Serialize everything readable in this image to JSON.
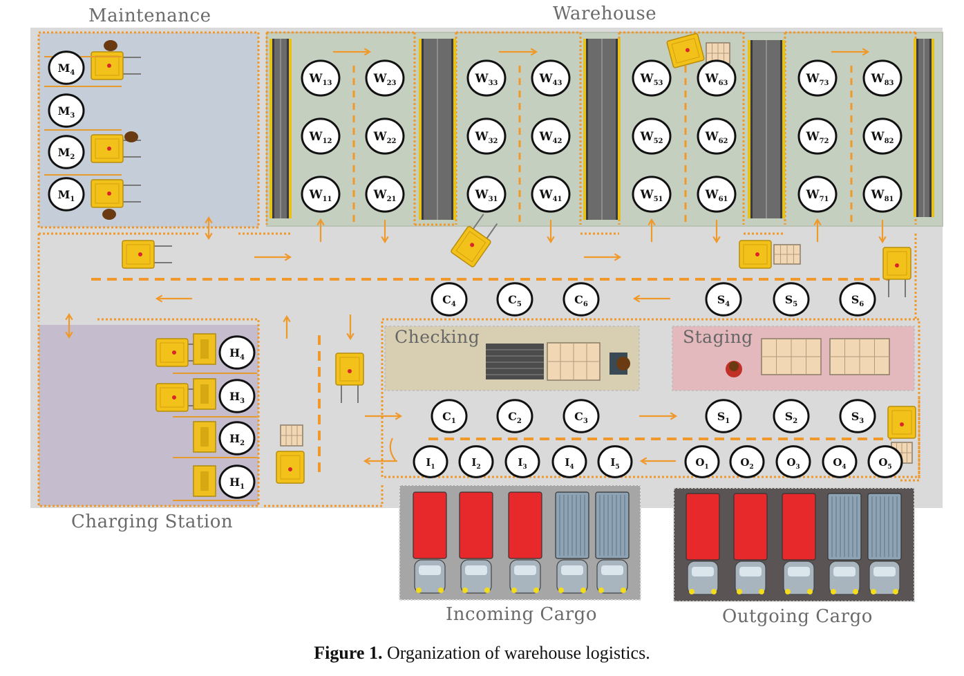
{
  "labels": {
    "maintenance": "Maintenance",
    "warehouse": "Warehouse",
    "charging": "Charging Station",
    "checking": "Checking",
    "staging": "Staging",
    "incoming": "Incoming Cargo",
    "outgoing": "Outgoing Cargo"
  },
  "caption": {
    "figure": "Figure 1.",
    "text": " Organization of warehouse logistics."
  },
  "nodes": {
    "maintenance": [
      {
        "letter": "M",
        "sub": "4"
      },
      {
        "letter": "M",
        "sub": "3"
      },
      {
        "letter": "M",
        "sub": "2"
      },
      {
        "letter": "M",
        "sub": "1"
      }
    ],
    "warehouse": [
      {
        "letter": "W",
        "sub": "13"
      },
      {
        "letter": "W",
        "sub": "23"
      },
      {
        "letter": "W",
        "sub": "33"
      },
      {
        "letter": "W",
        "sub": "43"
      },
      {
        "letter": "W",
        "sub": "53"
      },
      {
        "letter": "W",
        "sub": "63"
      },
      {
        "letter": "W",
        "sub": "73"
      },
      {
        "letter": "W",
        "sub": "83"
      },
      {
        "letter": "W",
        "sub": "12"
      },
      {
        "letter": "W",
        "sub": "22"
      },
      {
        "letter": "W",
        "sub": "32"
      },
      {
        "letter": "W",
        "sub": "42"
      },
      {
        "letter": "W",
        "sub": "52"
      },
      {
        "letter": "W",
        "sub": "62"
      },
      {
        "letter": "W",
        "sub": "72"
      },
      {
        "letter": "W",
        "sub": "82"
      },
      {
        "letter": "W",
        "sub": "11"
      },
      {
        "letter": "W",
        "sub": "21"
      },
      {
        "letter": "W",
        "sub": "31"
      },
      {
        "letter": "W",
        "sub": "41"
      },
      {
        "letter": "W",
        "sub": "51"
      },
      {
        "letter": "W",
        "sub": "61"
      },
      {
        "letter": "W",
        "sub": "71"
      },
      {
        "letter": "W",
        "sub": "81"
      }
    ],
    "checking_upper": [
      {
        "letter": "C",
        "sub": "4"
      },
      {
        "letter": "C",
        "sub": "5"
      },
      {
        "letter": "C",
        "sub": "6"
      }
    ],
    "staging_upper": [
      {
        "letter": "S",
        "sub": "4"
      },
      {
        "letter": "S",
        "sub": "5"
      },
      {
        "letter": "S",
        "sub": "6"
      }
    ],
    "charging": [
      {
        "letter": "H",
        "sub": "4"
      },
      {
        "letter": "H",
        "sub": "3"
      },
      {
        "letter": "H",
        "sub": "2"
      },
      {
        "letter": "H",
        "sub": "1"
      }
    ],
    "checking_lower": [
      {
        "letter": "C",
        "sub": "1"
      },
      {
        "letter": "C",
        "sub": "2"
      },
      {
        "letter": "C",
        "sub": "3"
      }
    ],
    "staging_lower": [
      {
        "letter": "S",
        "sub": "1"
      },
      {
        "letter": "S",
        "sub": "2"
      },
      {
        "letter": "S",
        "sub": "3"
      }
    ],
    "inbound": [
      {
        "letter": "I",
        "sub": "1"
      },
      {
        "letter": "I",
        "sub": "2"
      },
      {
        "letter": "I",
        "sub": "3"
      },
      {
        "letter": "I",
        "sub": "4"
      },
      {
        "letter": "I",
        "sub": "5"
      }
    ],
    "outbound": [
      {
        "letter": "O",
        "sub": "1"
      },
      {
        "letter": "O",
        "sub": "2"
      },
      {
        "letter": "O",
        "sub": "3"
      },
      {
        "letter": "O",
        "sub": "4"
      },
      {
        "letter": "O",
        "sub": "5"
      }
    ]
  },
  "colors": {
    "floor": "#dadada",
    "route": "#f0982a",
    "maintenance_bg": "#c4cdd8",
    "warehouse_bg": "#c5cfc0",
    "charging_bg": "#c5bccd",
    "checking_bg": "#d8cfb2",
    "staging_bg": "#e3b9bd",
    "agv": "#f3c21a",
    "truck_cab": "#e8292b",
    "truck_box": "#8ea3b3"
  }
}
